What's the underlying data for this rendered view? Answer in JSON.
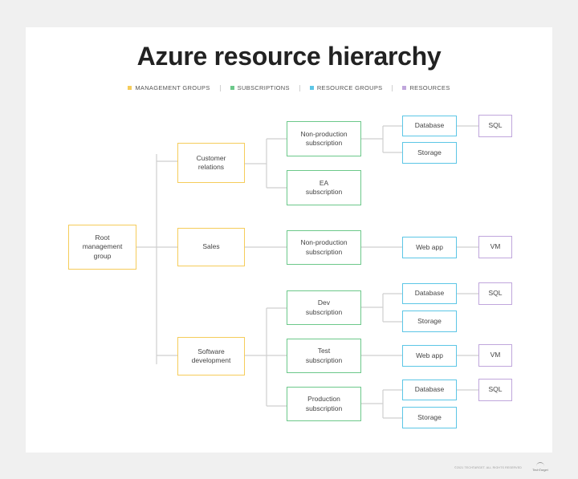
{
  "title": "Azure resource hierarchy",
  "legend": [
    {
      "label": "MANAGEMENT GROUPS",
      "color": "#f5cc5a"
    },
    {
      "label": "SUBSCRIPTIONS",
      "color": "#6cc88a"
    },
    {
      "label": "RESOURCE GROUPS",
      "color": "#5cc6e6"
    },
    {
      "label": "RESOURCES",
      "color": "#c0a6dc"
    }
  ],
  "nodes": {
    "root": "Root\nmanagement\ngroup",
    "customer_relations": "Customer\nrelations",
    "sales": "Sales",
    "software_development": "Software\ndevelopment",
    "cr_nonprod": "Non-production\nsubscription",
    "cr_ea": "EA\nsubscription",
    "sales_nonprod": "Non-production\nsubscription",
    "sd_dev": "Dev\nsubscription",
    "sd_test": "Test\nsubscription",
    "sd_prod": "Production\nsubscription",
    "rg_database_1": "Database",
    "rg_storage_1": "Storage",
    "rg_webapp_1": "Web app",
    "rg_database_2": "Database",
    "rg_storage_2": "Storage",
    "rg_webapp_2": "Web app",
    "rg_database_3": "Database",
    "rg_storage_3": "Storage",
    "res_sql_1": "SQL",
    "res_vm_1": "VM",
    "res_sql_2": "SQL",
    "res_vm_2": "VM",
    "res_sql_3": "SQL"
  },
  "footer": "©2021 TECHTARGET. ALL RIGHTS RESERVED",
  "logo": "TechTarget"
}
